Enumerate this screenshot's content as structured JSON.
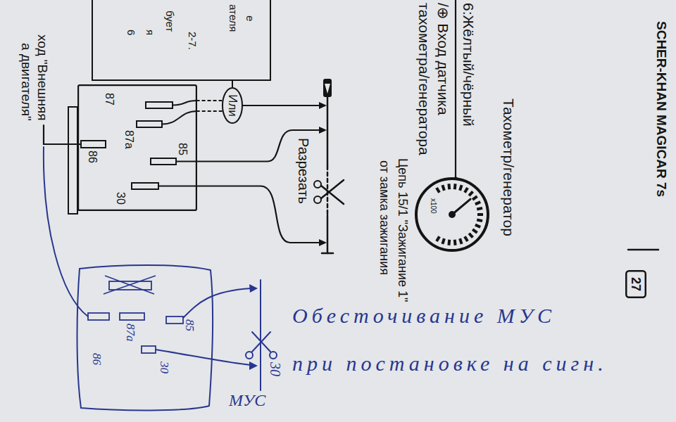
{
  "diagram": {
    "nodes": [
      {
        "text": [
          "27"
        ]
      },
      {
        "text": [
          "x100"
        ]
      },
      {
        "text": [
          "е",
          "ателя",
          "2-7.",
          "бует",
          "я",
          "6"
        ]
      },
      {
        "text": [
          "Или"
        ]
      },
      {
        "text": [
          "87",
          "87a",
          "85",
          "86",
          "30"
        ]
      },
      {
        "text": [
          "85",
          "87a",
          "30",
          "86"
        ]
      }
    ],
    "edges": [
      {
        "from": 3,
        "to": 4,
        "arrow": "none"
      },
      {
        "from": 3,
        "to": 4,
        "arrow": "none"
      },
      {
        "from": 3,
        "to": 2,
        "arrow": "none"
      }
    ],
    "labels": [
      "SCHER-KHAN MAGICAR 7s",
      "Тахометр/генератор",
      "6:Жёлтый/чёрный",
      "/⊕ Вход датчика",
      "тахометра/генератора",
      "Цепь 15/1 \"Зажигание 1\"",
      "от замка зажигания",
      "Разрезать",
      "ход \"Внешняя",
      "а двигателя\"",
      "Обесточивание МУС",
      "при постановке на сигн.",
      "30",
      "МУС"
    ]
  }
}
